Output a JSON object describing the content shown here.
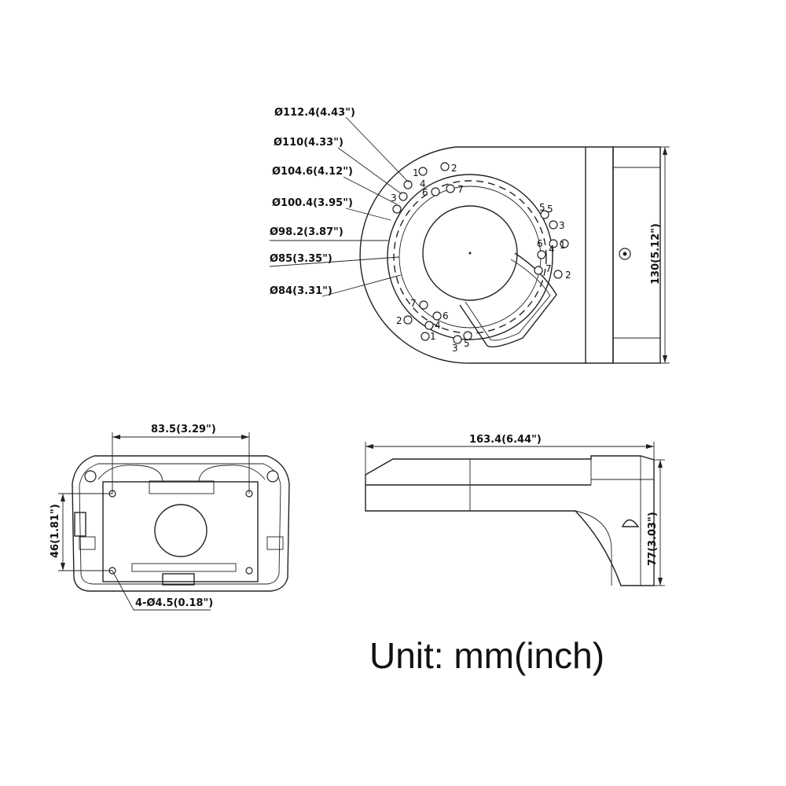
{
  "top_view": {
    "diameter_labels": [
      "Ø112.4(4.43\")",
      "Ø110(4.33\")",
      "Ø104.6(4.12\")",
      "Ø100.4(3.95\")",
      "Ø98.2(3.87\")",
      "Ø85(3.35\")",
      "Ø84(3.31\")"
    ],
    "height_label": "130(5.12\")",
    "hole_numbers": [
      "1",
      "2",
      "4",
      "3",
      "5",
      "6",
      "7",
      "5",
      "3",
      "1",
      "6",
      "4",
      "7",
      "2",
      "7",
      "6",
      "2",
      "4",
      "1",
      "3",
      "5"
    ]
  },
  "back_view": {
    "width_label": "83.5(3.29\")",
    "height_label": "46(1.81\")",
    "holes_label": "4-Ø4.5(0.18\")"
  },
  "side_view": {
    "length_label": "163.4(6.44\")",
    "height_label": "77(3.03\")"
  },
  "unit_label": "Unit: mm(inch)"
}
